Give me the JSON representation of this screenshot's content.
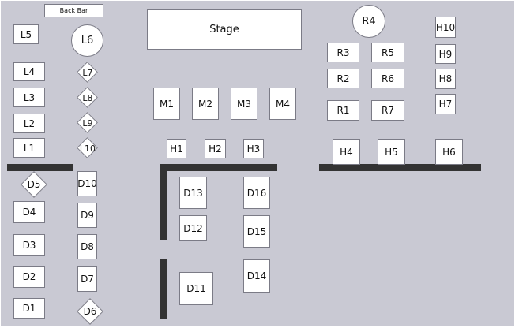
{
  "colors": {
    "floor": "#c9c9d3",
    "table_fill": "#ffffff",
    "table_border": "#7b7b86",
    "wall": "#333333"
  },
  "labels": {
    "back_bar": "Back Bar",
    "stage": "Stage",
    "L1": "L1",
    "L2": "L2",
    "L3": "L3",
    "L4": "L4",
    "L5": "L5",
    "L6": "L6",
    "L7": "L7",
    "L8": "L8",
    "L9": "L9",
    "L10": "L10",
    "D1": "D1",
    "D2": "D2",
    "D3": "D3",
    "D4": "D4",
    "D5": "D5",
    "D6": "D6",
    "D7": "D7",
    "D8": "D8",
    "D9": "D9",
    "D10": "D10",
    "D11": "D11",
    "D12": "D12",
    "D13": "D13",
    "D14": "D14",
    "D15": "D15",
    "D16": "D16",
    "M1": "M1",
    "M2": "M2",
    "M3": "M3",
    "M4": "M4",
    "H1": "H1",
    "H2": "H2",
    "H3": "H3",
    "H4": "H4",
    "H5": "H5",
    "H6": "H6",
    "H7": "H7",
    "H8": "H8",
    "H9": "H9",
    "H10": "H10",
    "R1": "R1",
    "R2": "R2",
    "R3": "R3",
    "R4": "R4",
    "R5": "R5",
    "R6": "R6",
    "R7": "R7"
  }
}
